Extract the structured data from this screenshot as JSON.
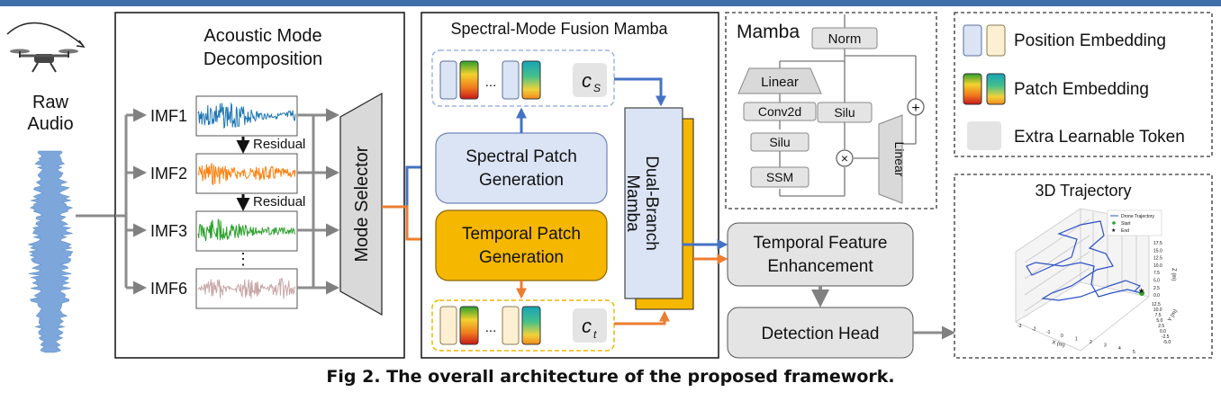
{
  "colors": {
    "accent_blue": "#3f6fa8",
    "spectral_box": "#dbe4f5",
    "temporal_box": "#f6b700",
    "orange_arrow": "#ed7d31",
    "blue_arrow": "#4472c4",
    "gray_box": "#e4e4e4",
    "imf1_wave": "#1f77b4",
    "imf2_wave": "#ff7f0e",
    "imf3_wave": "#2ca02c",
    "imf6_wave": "#c9a7a7"
  },
  "raw_audio": {
    "label_line1": "Raw",
    "label_line2": "Audio"
  },
  "amd": {
    "title_line1": "Acoustic Mode",
    "title_line2": "Decomposition",
    "imfs": [
      "IMF1",
      "IMF2",
      "IMF3",
      "IMF6"
    ],
    "residual_label": "Residual",
    "dots": "⋮"
  },
  "mode_selector": {
    "label": "Mode Selector"
  },
  "smfm": {
    "title": "Spectral-Mode Fusion Mamba",
    "spectral_line1": "Spectral Patch",
    "spectral_line2": "Generation",
    "temporal_line1": "Temporal Patch",
    "temporal_line2": "Generation",
    "ellipsis": "...",
    "token_s_base": "c",
    "token_s_sub": "S",
    "token_t_base": "c",
    "token_t_sub": "t",
    "dual_line1": "Dual-Branch",
    "dual_line2": "Mamba"
  },
  "mamba": {
    "title": "Mamba",
    "norm": "Norm",
    "linear_top": "Linear",
    "conv2d": "Conv2d",
    "silu_left": "Silu",
    "ssm": "SSM",
    "silu_right": "Silu",
    "linear_right": "Linear",
    "plus": "+",
    "times": "×"
  },
  "legend": {
    "position_embedding": "Position Embedding",
    "patch_embedding": "Patch Embedding",
    "extra_token": "Extra Learnable Token"
  },
  "tfe": {
    "line1": "Temporal Feature",
    "line2": "Enhancement"
  },
  "detection_head": {
    "label": "Detection Head"
  },
  "trajectory": {
    "title": "3D Trajectory",
    "legend_items": [
      "Drone Trajectory",
      "Start",
      "End"
    ],
    "x_axis_label": "X (m)",
    "y_axis_label": "Y (m)",
    "z_axis_label": "Z (m)",
    "x_ticks": [
      "-3",
      "-2",
      "-1",
      "0",
      "1",
      "2",
      "3",
      "4",
      "5"
    ],
    "y_ticks": [
      "12.5",
      "10.0",
      "7.5",
      "5.0",
      "2.5",
      "0.0",
      "-2.5",
      "-5.0"
    ],
    "z_ticks": [
      "17.5",
      "15.0",
      "12.5",
      "10.0",
      "7.5",
      "5.0",
      "2.5",
      "0.0"
    ]
  },
  "caption": "Fig 2. The overall architecture of the proposed framework."
}
